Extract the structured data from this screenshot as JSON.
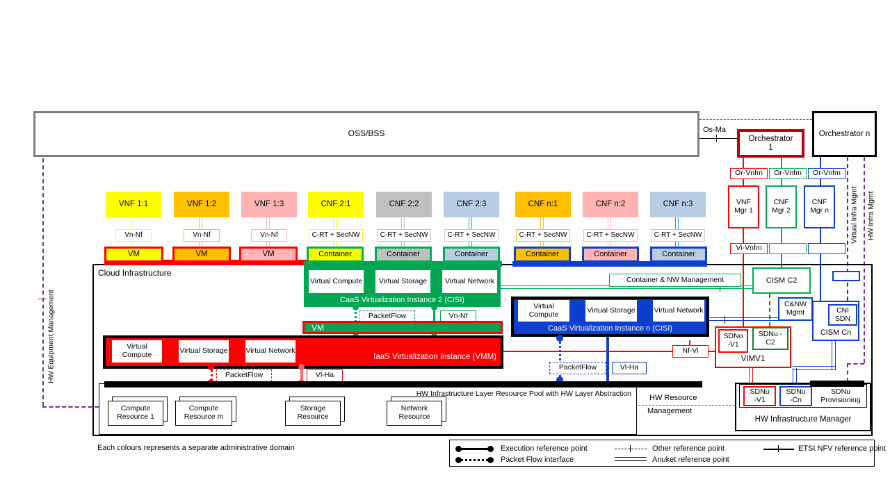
{
  "palette": {
    "yellow": "#ffff00",
    "orange": "#ffc000",
    "pink": "#ffb3b3",
    "gray": "#bfbfbf",
    "light_blue": "#b8cce4",
    "cyan": "#00b0f0",
    "green": "#00a651",
    "green_line": "#00b050",
    "dark_green": "#1f7a33",
    "blue": "#0d3fd0",
    "red": "#ff0000",
    "dark_red": "#c00000",
    "purple": "#7030a0",
    "oss_border": "#7f7f7f"
  },
  "top": {
    "oss": "OSS/BSS",
    "os_ma": "Os-Ma",
    "orch1": "Orchestrator 1",
    "orchn": "Orchestrator n"
  },
  "nf_row": [
    {
      "label": "VNF 1:1",
      "ref": "Vn-Nf",
      "unit": "VM"
    },
    {
      "label": "VNF 1:2",
      "ref": "Vn-Nf",
      "unit": "VM"
    },
    {
      "label": "VNF 1:3",
      "ref": "Vn-Nf",
      "unit": "VM"
    },
    {
      "label": "CNF 2:1",
      "ref": "C-RT + SecNW",
      "unit": "Container"
    },
    {
      "label": "CNF 2:2",
      "ref": "C-RT + SecNW",
      "unit": "Container"
    },
    {
      "label": "CNF 2:3",
      "ref": "C-RT + SecNW",
      "unit": "Container"
    },
    {
      "label": "CNF n:1",
      "ref": "C-RT + SecNW",
      "unit": "Container"
    },
    {
      "label": "CNF n:2",
      "ref": "C-RT + SecNW",
      "unit": "Container"
    },
    {
      "label": "CNF n:3",
      "ref": "C-RT + SecNW",
      "unit": "Container"
    }
  ],
  "cloud": {
    "title": "Cloud Infrastructure"
  },
  "caas2": {
    "title": "CaaS Virtualization Instance 2 (CISI)",
    "compute": "Virtual Compute",
    "storage": "Virtual Storage",
    "network": "Virtual Network",
    "packetflow": "PacketFlow",
    "vn_nf": "Vn-Nf"
  },
  "vm_bar": "VM",
  "iaas": {
    "title": "IaaS Virtualization Instance (VMM)",
    "compute": "Virtual Compute",
    "storage": "Virtual Storage",
    "network": "Virtual Network",
    "packetflow": "PacketFlow",
    "vl_ha": "Vl-Ha"
  },
  "caasn": {
    "title": "CaaS Virtualization Instance n (CISI)",
    "compute": "Virtual Compute",
    "storage": "Virtual Storage",
    "network": "Virtual Network",
    "packetflow": "PacketFlow",
    "vl_ha": "Vl-Ha"
  },
  "mgmt": {
    "or_vnfm": "Or-Vnfm",
    "vnf_mgr1": "VNF Mgr 1",
    "cnf_mgr2": "CNF Mgr 2",
    "cnf_mgrn": "CNF Mgr n",
    "vi_vnfm": "Vi-Vnfm",
    "virtual_infra": "Virtual Infra Mgmt",
    "hw_infra": "HW Infra Mgmt",
    "hw_equipment": "HW Equipment Management",
    "container_nw": "Container & NW Management",
    "cism_c2": "CISM C2",
    "cnw_mgmt": "C&NW Mgmt",
    "cni_sdn": "CNI SDN",
    "cism_cn": "CISM Cn",
    "nf_vi": "Nf-Vi",
    "sdno_v1": "SDNo -V1",
    "sdnu_c2": "SDNu -C2",
    "vim": "VIMV1"
  },
  "hw_pool": {
    "title": "HW Infrastructure Layer Resource Pool with HW Layer Abstraction",
    "resources": [
      "Compute Resource 1",
      "Compute Resource m",
      "Storage Resource",
      "Network Resource"
    ],
    "mgmt_line1": "HW Resource",
    "mgmt_line2": "Management"
  },
  "hw_mgr": {
    "title": "HW Infrastructure Manager",
    "sdnu_v1": "SDNu -V1",
    "sdnu_cn": "SDNu -Cn",
    "sdnu_prov": "SDNu Provisioning"
  },
  "legend": {
    "note": "Each colours represents a separate administrative domain",
    "execution": "Execution reference point",
    "packet_flow": "Packet Flow interface",
    "other": "Other reference point",
    "anuket": "Anuket reference point",
    "etsi": "ETSI NFV reference point"
  }
}
